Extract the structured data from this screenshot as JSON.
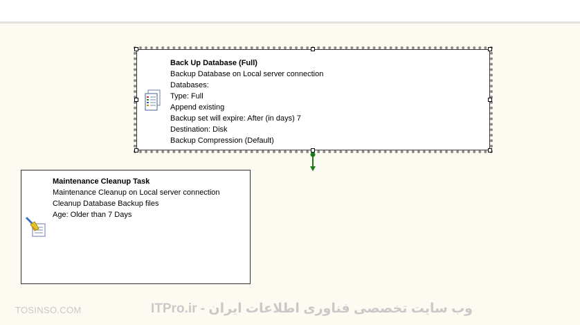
{
  "backup_task": {
    "title": "Back Up Database (Full)",
    "lines": [
      "Backup Database on Local server connection",
      "Databases:",
      "Type: Full",
      "Append existing",
      "Backup set will expire: After (in days) 7",
      "Destination: Disk",
      "Backup Compression (Default)"
    ],
    "icon": "backup-database-icon"
  },
  "cleanup_task": {
    "title": "Maintenance Cleanup Task",
    "lines": [
      "Maintenance Cleanup on Local server connection",
      "Cleanup Database Backup files",
      "Age: Older than 7 Days"
    ],
    "icon": "cleanup-broom-icon"
  },
  "connector": {
    "color": "#1a7a1a",
    "meaning": "success"
  },
  "watermarks": {
    "left": "TOSINSO.COM",
    "center": "ITPro.ir - وب سایت تخصصی فناوری اطلاعات ایران"
  }
}
